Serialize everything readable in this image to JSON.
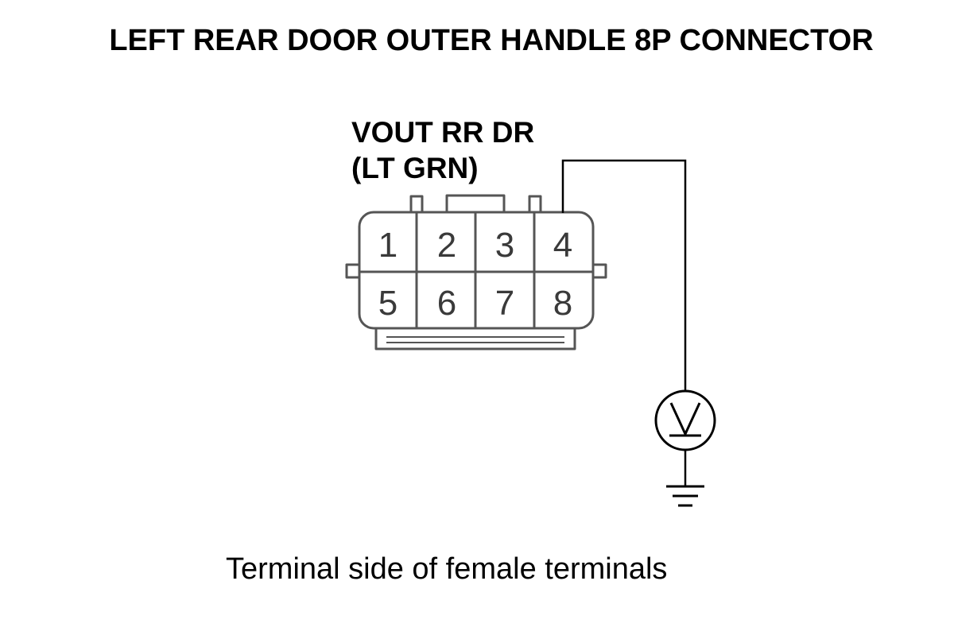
{
  "title": "LEFT REAR DOOR OUTER HANDLE 8P CONNECTOR",
  "wire": {
    "name": "VOUT RR DR",
    "color": "(LT GRN)",
    "terminal": "4"
  },
  "connector": {
    "terminals_top": [
      "1",
      "2",
      "3",
      "4"
    ],
    "terminals_bottom": [
      "5",
      "6",
      "7",
      "8"
    ]
  },
  "meter": {
    "type": "voltmeter",
    "symbol": "V"
  },
  "caption": "Terminal side of female terminals"
}
